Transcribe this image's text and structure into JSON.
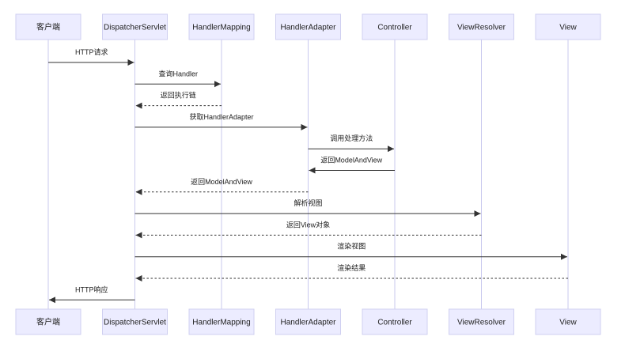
{
  "participants": [
    {
      "id": "client",
      "label": "客户端"
    },
    {
      "id": "dispatcher",
      "label": "DispatcherServlet"
    },
    {
      "id": "mapping",
      "label": "HandlerMapping"
    },
    {
      "id": "adapter",
      "label": "HandlerAdapter"
    },
    {
      "id": "controller",
      "label": "Controller"
    },
    {
      "id": "resolver",
      "label": "ViewResolver"
    },
    {
      "id": "view",
      "label": "View"
    }
  ],
  "messages": [
    {
      "from": "client",
      "to": "dispatcher",
      "label": "HTTP请求",
      "style": "solid"
    },
    {
      "from": "dispatcher",
      "to": "mapping",
      "label": "查询Handler",
      "style": "solid"
    },
    {
      "from": "mapping",
      "to": "dispatcher",
      "label": "返回执行链",
      "style": "dashed"
    },
    {
      "from": "dispatcher",
      "to": "adapter",
      "label": "获取HandlerAdapter",
      "style": "solid"
    },
    {
      "from": "adapter",
      "to": "controller",
      "label": "调用处理方法",
      "style": "solid"
    },
    {
      "from": "controller",
      "to": "adapter",
      "label": "返回ModelAndView",
      "style": "solid"
    },
    {
      "from": "adapter",
      "to": "dispatcher",
      "label": "返回ModelAndView",
      "style": "dashed"
    },
    {
      "from": "dispatcher",
      "to": "resolver",
      "label": "解析视图",
      "style": "solid"
    },
    {
      "from": "resolver",
      "to": "dispatcher",
      "label": "返回View对象",
      "style": "dashed"
    },
    {
      "from": "dispatcher",
      "to": "view",
      "label": "渲染视图",
      "style": "solid"
    },
    {
      "from": "view",
      "to": "dispatcher",
      "label": "渲染结果",
      "style": "dashed"
    },
    {
      "from": "dispatcher",
      "to": "client",
      "label": "HTTP响应",
      "style": "solid"
    }
  ]
}
